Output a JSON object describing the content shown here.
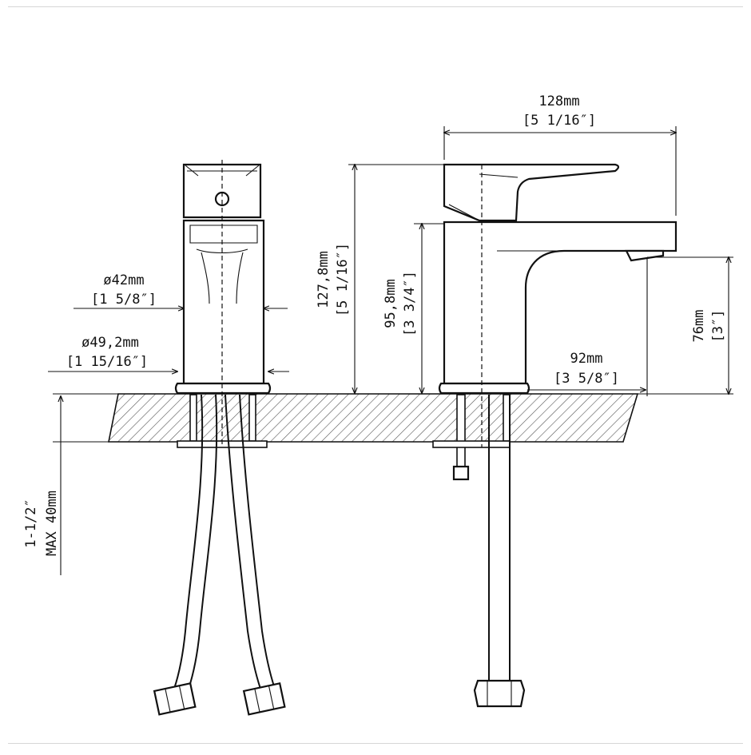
{
  "dimensions": {
    "top_width_mm": "128mm",
    "top_width_in": "[5 1/16″]",
    "dia42_mm": "ø42mm",
    "dia42_in": "[1 5/8″]",
    "dia492_mm": "ø49,2mm",
    "dia492_in": "[1 15/16″]",
    "height1278_mm": "127,8mm",
    "height1278_in": "[5 1/16″]",
    "height958_mm": "95,8mm",
    "height958_in": "[3 3/4″]",
    "reach92_mm": "92mm",
    "reach92_in": "[3 5/8″]",
    "height76_mm": "76mm",
    "height76_in": "[3″]",
    "deck_in": "1-1/2″",
    "deck_mm": "MAX 40mm"
  },
  "colors": {
    "line": "#111111",
    "background": "#ffffff",
    "hatch": "#555555"
  }
}
